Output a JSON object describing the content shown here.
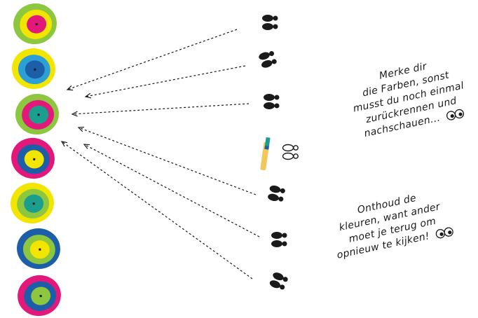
{
  "targets": [
    {
      "name": "target-1",
      "rings": [
        "#8dc63f",
        "#f2e500",
        "#e2187b"
      ]
    },
    {
      "name": "target-2",
      "rings": [
        "#f2e500",
        "#2b9fd6",
        "#1d5ea8"
      ]
    },
    {
      "name": "target-3",
      "rings": [
        "#8dc63f",
        "#e2187b",
        "#1b9e8e"
      ]
    },
    {
      "name": "target-4",
      "rings": [
        "#e2187b",
        "#1d5ea8",
        "#f2e500"
      ]
    },
    {
      "name": "target-5",
      "rings": [
        "#f2e500",
        "#8dc63f",
        "#1b9e8e"
      ]
    },
    {
      "name": "target-6",
      "rings": [
        "#1d5ea8",
        "#8dc63f",
        "#f2e500"
      ]
    },
    {
      "name": "target-7",
      "rings": [
        "#e2187b",
        "#1d5ea8",
        "#8dc63f"
      ]
    }
  ],
  "stations": [
    {
      "icon": "footprints-icon"
    },
    {
      "icon": "footprints-icon"
    },
    {
      "icon": "footprints-icon"
    },
    {
      "icon": "pencil-icon",
      "second_icon": "footprints-outline-icon"
    },
    {
      "icon": "footprints-icon"
    },
    {
      "icon": "footprints-icon"
    },
    {
      "icon": "footprints-icon"
    }
  ],
  "notes": {
    "german": [
      "Merke dir",
      "die Farben, sonst",
      "musst du noch einmal",
      "zurückrennen und",
      "nachschauen..."
    ],
    "dutch": [
      "Onthoud de",
      "kleuren, want ander",
      "moet je terug om",
      "opnieuw te kijken!"
    ],
    "eyes_icon": "eyes-icon"
  },
  "colors": {
    "magenta": "#e2187b",
    "yellow": "#f2e500",
    "green": "#8dc63f",
    "blue": "#1d5ea8",
    "light_blue": "#2b9fd6",
    "teal": "#1b9e8e",
    "ink": "#1a1a1a"
  }
}
